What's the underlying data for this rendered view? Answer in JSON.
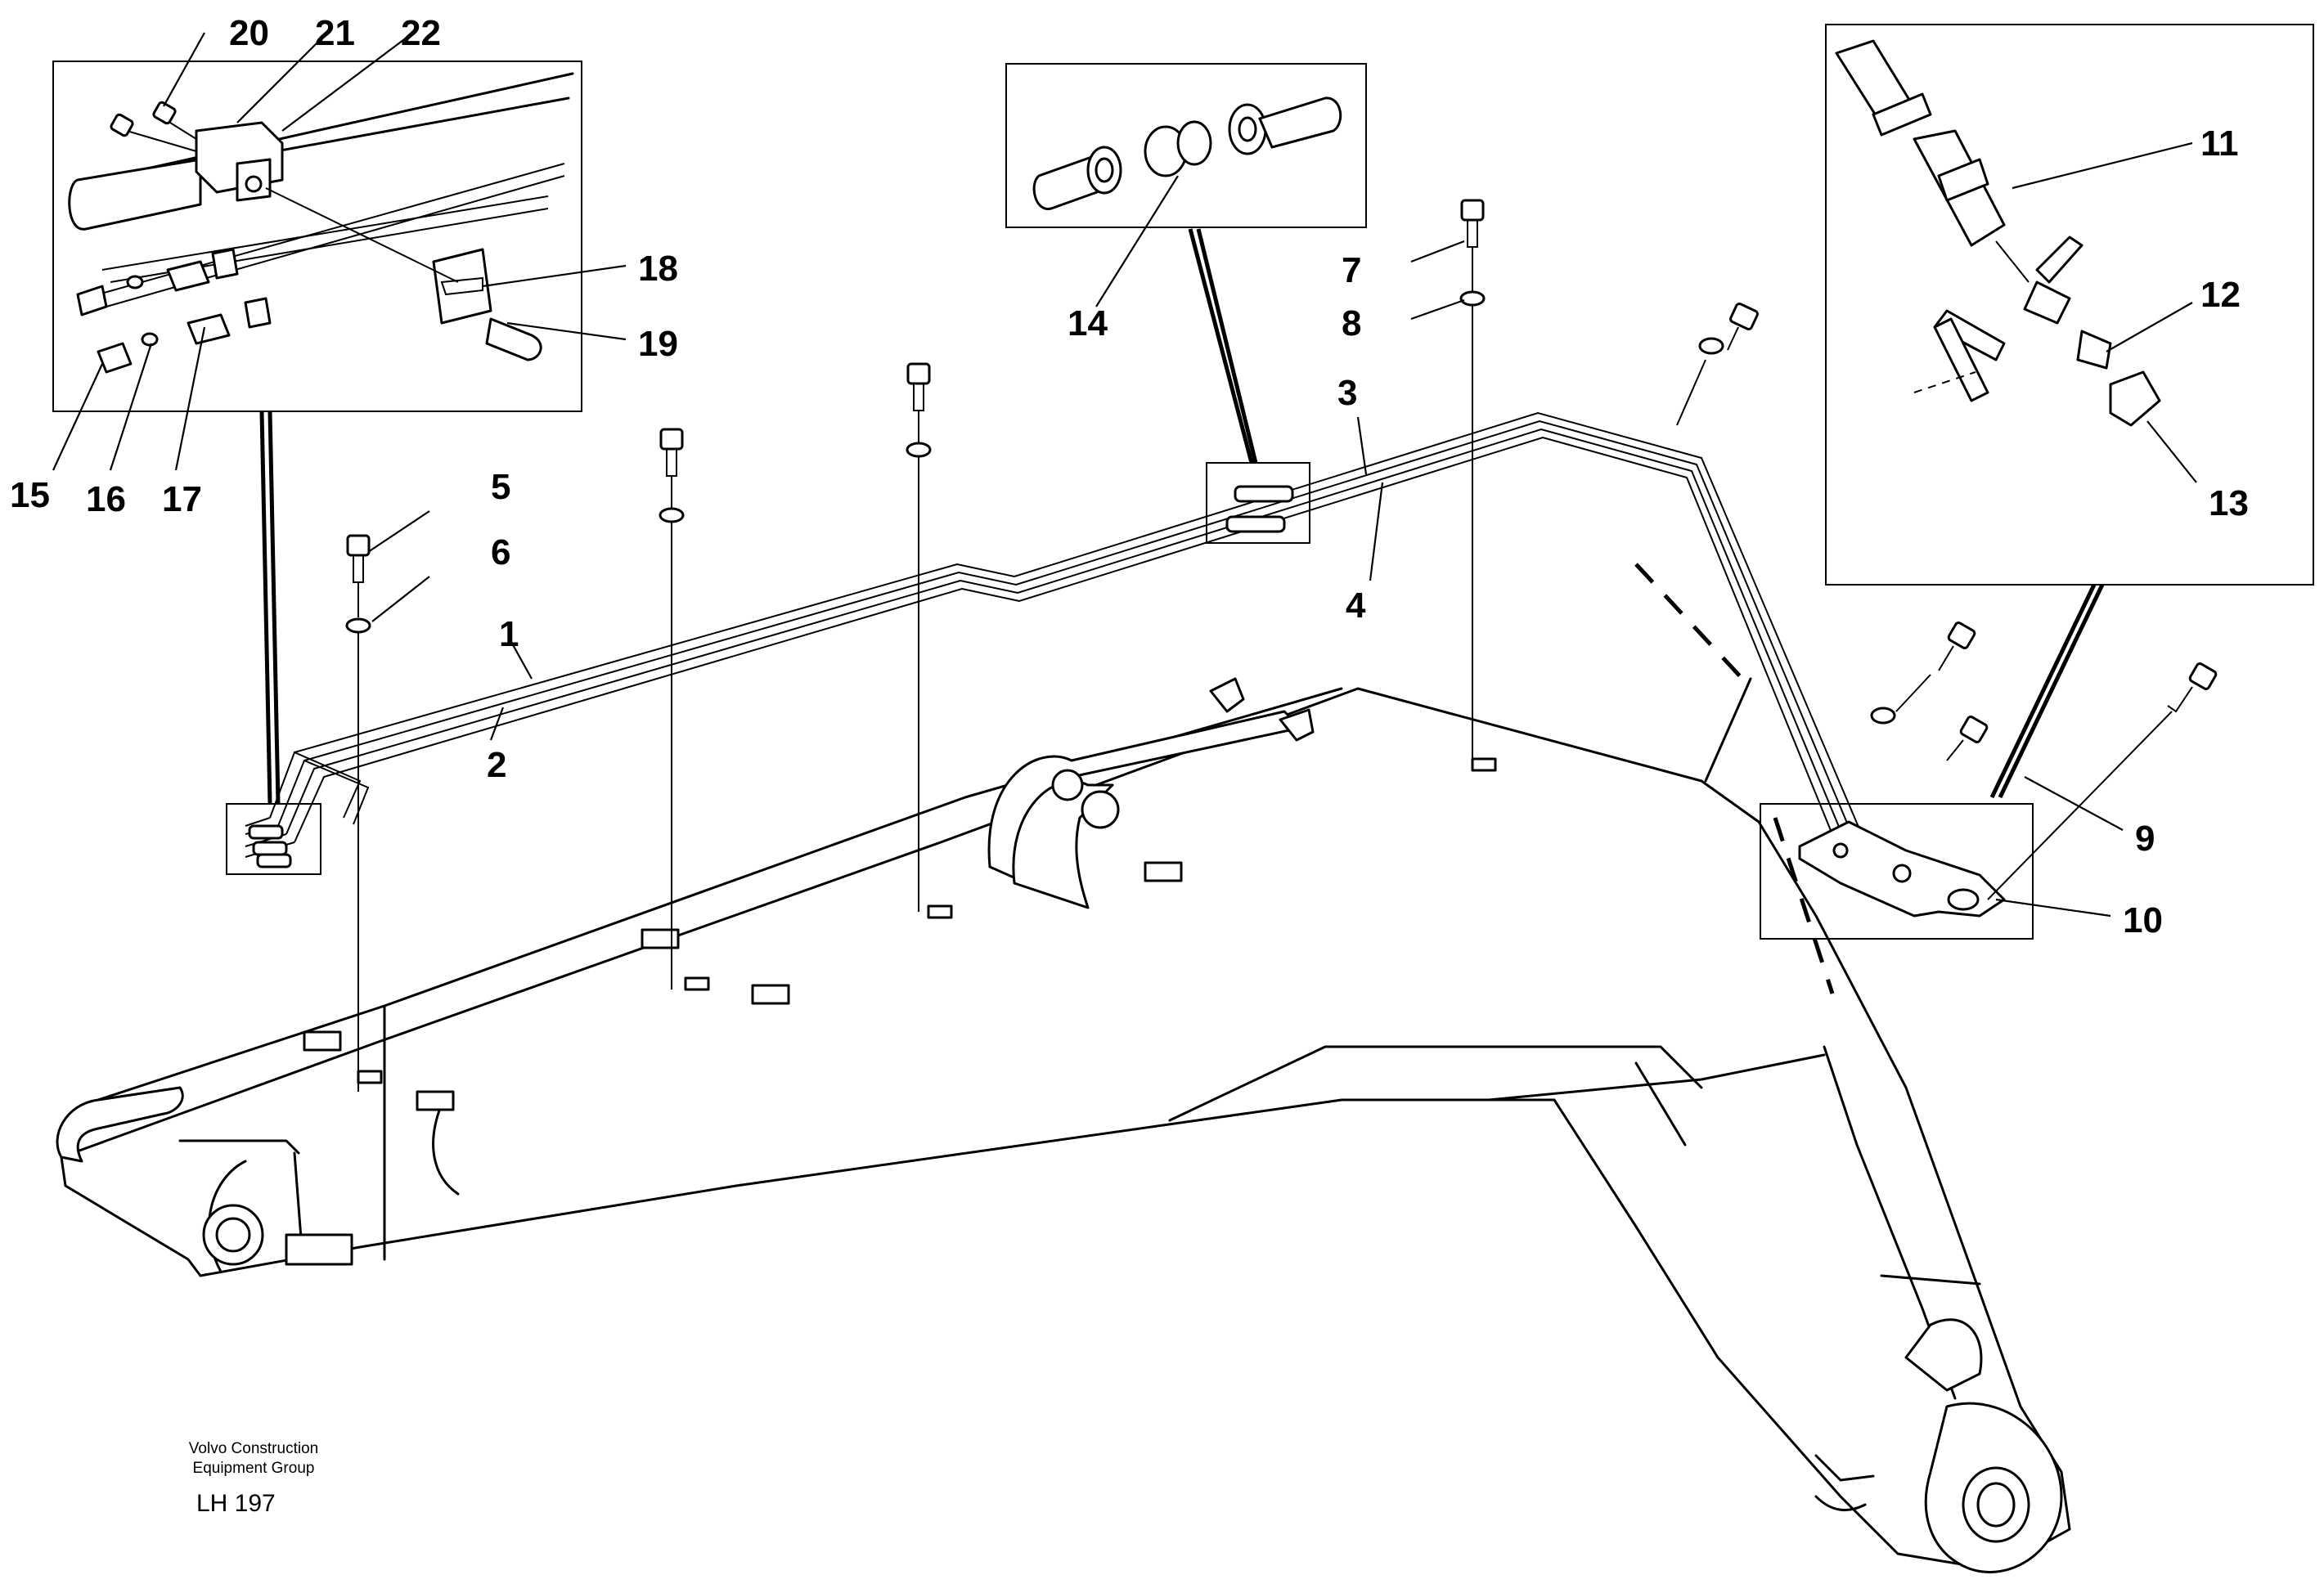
{
  "diagram": {
    "callouts": [
      "1",
      "2",
      "3",
      "4",
      "5",
      "6",
      "7",
      "8",
      "9",
      "10",
      "11",
      "12",
      "13",
      "14",
      "15",
      "16",
      "17",
      "18",
      "19",
      "20",
      "21",
      "22"
    ]
  },
  "footer": {
    "company_line1": "Volvo Construction",
    "company_line2": "Equipment Group",
    "drawing_code": "LH 197"
  }
}
